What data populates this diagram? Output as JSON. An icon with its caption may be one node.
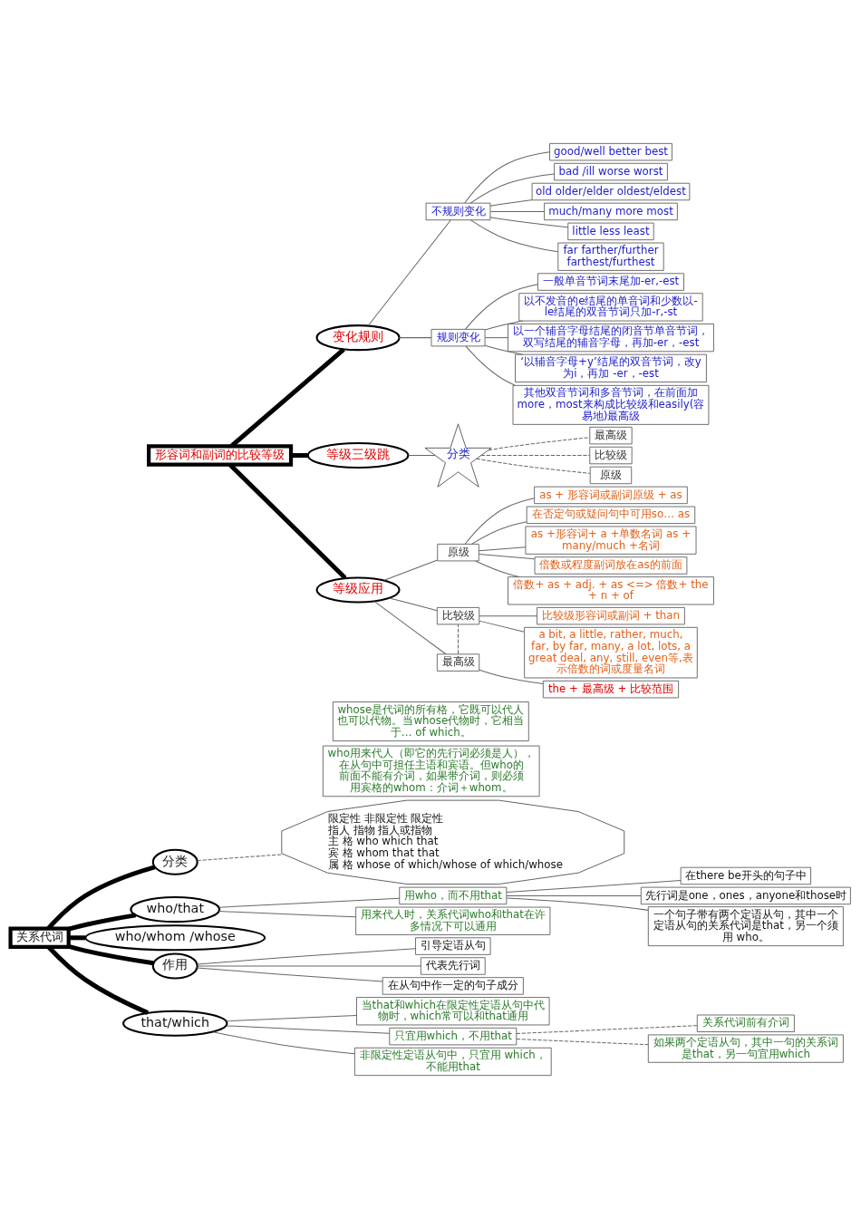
{
  "diagram": {
    "nodes": [
      {
        "text": [
          "good/well better best"
        ]
      },
      {
        "text": [
          "不规则变化"
        ]
      },
      {
        "text": [
          "一般单音节词末尾加-er,-est"
        ]
      },
      {
        "text": [
          "bad /ill worse worst"
        ]
      },
      {
        "text": [
          "以不发音的e结尾的单音词和少数以- le结尾的双音节词只加-r,-st"
        ]
      },
      {
        "text": [
          "old older/elder oldest/eldest"
        ]
      },
      {
        "text": [
          "much/many more most"
        ]
      },
      {
        "text": [
          "规则变化"
        ]
      },
      {
        "text": [
          "little less least"
        ]
      },
      {
        "text": [
          "以一个辅音字母结尾的闭音节单音节词，双写结尾的辅音字母，再加-er，-est"
        ]
      },
      {
        "text": [
          "far farther/further farthest/furthest"
        ]
      },
      {
        "text": [
          "as + 形容词或副词原级 + as"
        ]
      },
      {
        "text": [
          "在否定句或疑问句中可用so… as"
        ]
      },
      {
        "text": [
          "‘以辅音字母+y’结尾的双音节词，改y为i，再加 -er，-est"
        ]
      },
      {
        "text": [
          "as +形容词+ a +单数名词 as + many/much +名词"
        ]
      },
      {
        "text": [
          "倍数或程度副词放在as的前面"
        ]
      },
      {
        "text": [
          "原级"
        ]
      },
      {
        "text": [
          "其他双音节词和多音节词，在前面加more，most来构成比较级和easily(容易地)最高级"
        ]
      },
      {
        "text": [
          "倍数+ as + adj. + as <=> 倍数+ the + n + of"
        ]
      },
      {
        "text": [
          "变化规则"
        ]
      },
      {
        "text": [
          "比较级形容词或副词 + than"
        ]
      },
      {
        "text": [
          "分类"
        ]
      },
      {
        "text": [
          "a bit, a little, rather, much, far, by far, many, a lot, lots, a great deal, any, still, even等,表示倍数的词或度量名词"
        ]
      },
      {
        "text": [
          "等级三级跳"
        ]
      },
      {
        "text": [
          "等级应用"
        ]
      },
      {
        "text": [
          "比较级"
        ]
      },
      {
        "text": [
          "最高级"
        ]
      },
      {
        "text": [
          "形容词和副词的比较等级"
        ]
      },
      {
        "text": [
          "比较级"
        ]
      },
      {
        "text": [
          "最高级"
        ]
      },
      {
        "text": [
          "原级"
        ]
      },
      {
        "text": [
          "the + 最高级 + 比较范围"
        ]
      },
      {
        "text": [
          "限定性 非限定性 限定性",
          "指人 指物 指人或指物",
          "主 格 who which that",
          "宾 格 whom that that",
          "属 格 whose of which/whose of which/whose"
        ]
      },
      {
        "text": [
          "在there be开头的句子中"
        ]
      },
      {
        "text": [
          "先行词是one，ones，anyone和those时"
        ]
      },
      {
        "text": [
          "whose是代词的所有格，它既可以代人也可以代物。当whose代物时，它相当于… of which。"
        ]
      },
      {
        "text": [
          "who用来代人（即它的先行词必须是人），在从句中可担任主语和宾语。但who的前面不能有介词，如果带介词，则必须用宾格的whom：介词＋whom。"
        ]
      },
      {
        "text": [
          "一个句子带有两个定语从句，其中一个定语从句的关系代词是that，另一个须用 who。"
        ]
      },
      {
        "text": [
          "用who，而不用that"
        ]
      },
      {
        "text": [
          "分类"
        ]
      },
      {
        "text": [
          "who/that"
        ]
      },
      {
        "text": [
          "用来代人时，关系代词who和that在许多情况下可以通用"
        ]
      },
      {
        "text": [
          "who/whom /whose"
        ]
      },
      {
        "text": [
          "当that和which在限定性定语从句中代物时，which常可以和that通用"
        ]
      },
      {
        "text": [
          "关系代词前有介词"
        ]
      },
      {
        "text": [
          "引导定语从句"
        ]
      },
      {
        "text": [
          "作用"
        ]
      },
      {
        "text": [
          "that/which"
        ]
      },
      {
        "text": [
          "只宜用which，不用that"
        ]
      },
      {
        "text": [
          "代表先行词"
        ]
      },
      {
        "text": [
          "关系代词"
        ]
      },
      {
        "text": [
          "如果两个定语从句，其中一句的关系词是that，另一句宜用which"
        ]
      },
      {
        "text": [
          "在从句中作一定的句子成分"
        ]
      },
      {
        "text": [
          "非限定性定语从句中，只宜用 which，不能用that"
        ]
      }
    ],
    "edges": [
      {
        "from": 27,
        "to": 19,
        "arrow": "none",
        "style": "thick",
        "color": "#000000"
      },
      {
        "from": 27,
        "to": 24,
        "arrow": "none",
        "style": "thick",
        "color": "#000000"
      },
      {
        "from": 27,
        "to": 23,
        "arrow": "none",
        "style": "thick",
        "color": "#000000"
      },
      {
        "from": 19,
        "to": 1,
        "arrow": "none"
      },
      {
        "from": 19,
        "to": 7,
        "arrow": "none"
      },
      {
        "from": 1,
        "to": 0,
        "arrow": "none"
      },
      {
        "from": 1,
        "to": 3,
        "arrow": "none"
      },
      {
        "from": 1,
        "to": 5,
        "arrow": "none"
      },
      {
        "from": 1,
        "to": 6,
        "arrow": "none"
      },
      {
        "from": 1,
        "to": 8,
        "arrow": "none"
      },
      {
        "from": 1,
        "to": 10,
        "arrow": "none"
      },
      {
        "from": 7,
        "to": 2,
        "arrow": "none"
      },
      {
        "from": 7,
        "to": 4,
        "arrow": "none"
      },
      {
        "from": 7,
        "to": 9,
        "arrow": "none"
      },
      {
        "from": 7,
        "to": 13,
        "arrow": "none"
      },
      {
        "from": 7,
        "to": 17,
        "arrow": "none"
      },
      {
        "from": 24,
        "to": 16,
        "arrow": "none"
      },
      {
        "from": 24,
        "to": 25,
        "arrow": "none"
      },
      {
        "from": 24,
        "to": 29,
        "arrow": "none"
      },
      {
        "from": 16,
        "to": 11,
        "arrow": "none"
      },
      {
        "from": 16,
        "to": 12,
        "arrow": "none"
      },
      {
        "from": 16,
        "to": 15,
        "arrow": "none"
      },
      {
        "from": 16,
        "to": 14,
        "arrow": "none"
      },
      {
        "from": 16,
        "to": 18,
        "arrow": "none"
      },
      {
        "from": 25,
        "to": 20,
        "arrow": "none"
      },
      {
        "from": 25,
        "to": 22,
        "arrow": "none"
      },
      {
        "from": 29,
        "to": 25,
        "arrow": "none",
        "style": "dashed"
      },
      {
        "from": 29,
        "to": 31,
        "arrow": "none"
      },
      {
        "from": 23,
        "to": 21,
        "arrow": "none"
      },
      {
        "from": 21,
        "to": 26,
        "arrow": "none",
        "style": "dashed"
      },
      {
        "from": 21,
        "to": 28,
        "arrow": "none",
        "style": "dashed"
      },
      {
        "from": 21,
        "to": 30,
        "arrow": "none",
        "style": "dashed"
      },
      {
        "from": 50,
        "to": 39,
        "arrow": "none",
        "style": "thick",
        "color": "#000000"
      },
      {
        "from": 50,
        "to": 40,
        "arrow": "none",
        "style": "thick",
        "color": "#000000"
      },
      {
        "from": 50,
        "to": 42,
        "arrow": "none",
        "style": "thick",
        "color": "#000000"
      },
      {
        "from": 50,
        "to": 46,
        "arrow": "none",
        "style": "thick",
        "color": "#000000"
      },
      {
        "from": 50,
        "to": 47,
        "arrow": "none",
        "style": "thick",
        "color": "#000000"
      },
      {
        "from": 39,
        "to": 32,
        "arrow": "none",
        "style": "dashed"
      },
      {
        "from": 40,
        "to": 38,
        "arrow": "none"
      },
      {
        "from": 40,
        "to": 41,
        "arrow": "none"
      },
      {
        "from": 38,
        "to": 33,
        "arrow": "none"
      },
      {
        "from": 38,
        "to": 34,
        "arrow": "none"
      },
      {
        "from": 38,
        "to": 37,
        "arrow": "none"
      },
      {
        "from": 46,
        "to": 45,
        "arrow": "none"
      },
      {
        "from": 46,
        "to": 49,
        "arrow": "none"
      },
      {
        "from": 46,
        "to": 52,
        "arrow": "none"
      },
      {
        "from": 47,
        "to": 43,
        "arrow": "none"
      },
      {
        "from": 47,
        "to": 48,
        "arrow": "none"
      },
      {
        "from": 47,
        "to": 53,
        "arrow": "none"
      },
      {
        "from": 48,
        "to": 44,
        "arrow": "none",
        "style": "dashed"
      },
      {
        "from": 48,
        "to": 51,
        "arrow": "none",
        "style": "dashed"
      }
    ]
  }
}
